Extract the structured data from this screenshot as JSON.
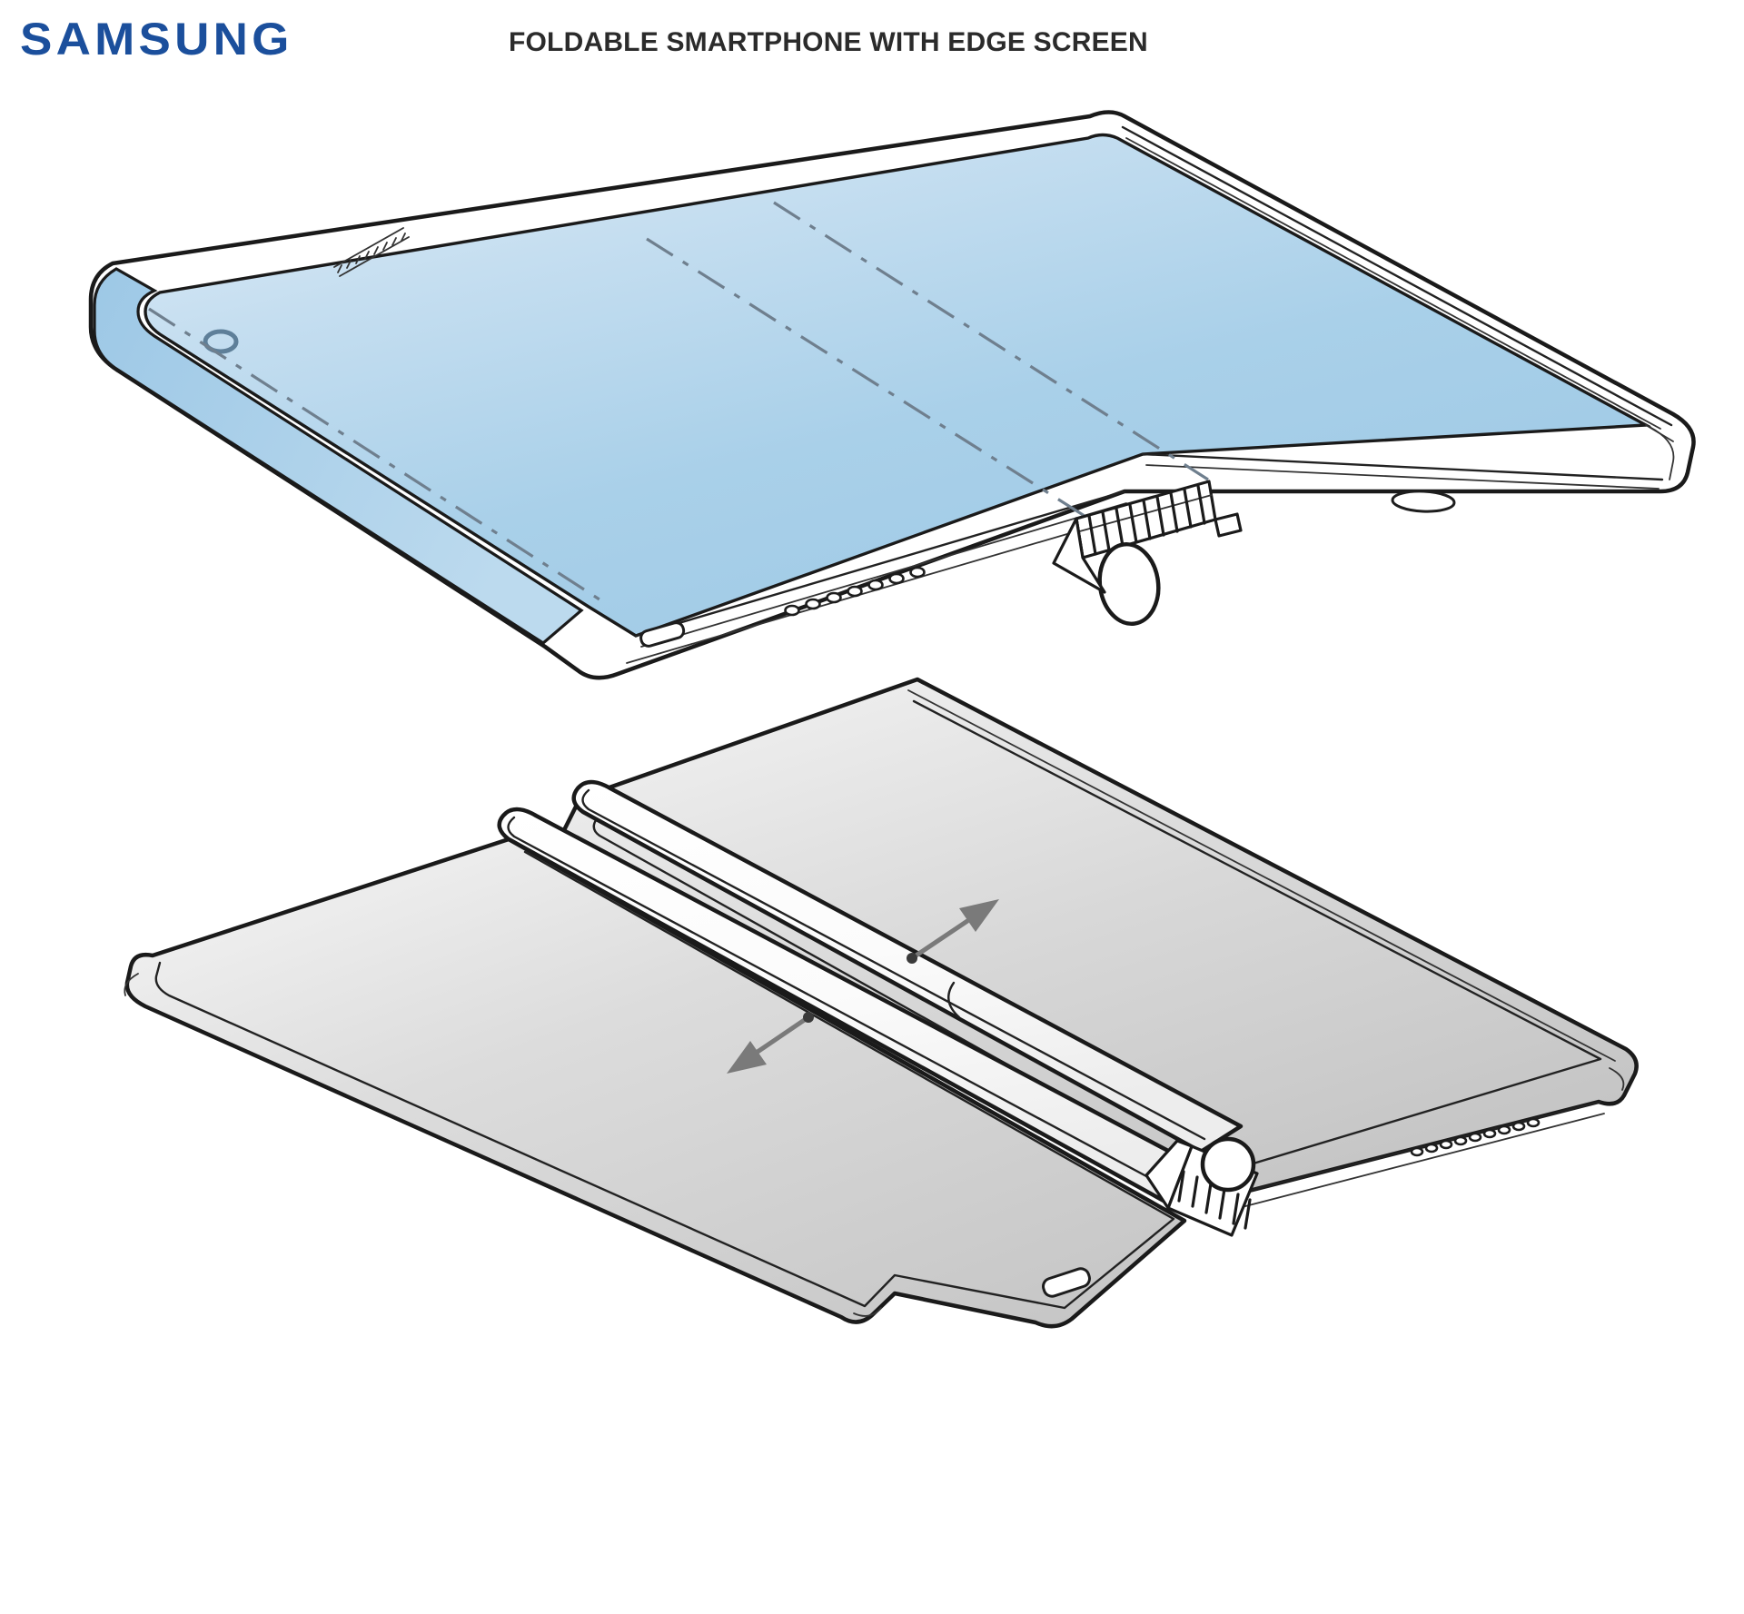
{
  "header": {
    "brand": "SAMSUNG",
    "title": "FOLDABLE SMARTPHONE WITH EDGE SCREEN"
  },
  "colors": {
    "brand_blue": "#1b4f9c",
    "title_text": "#2b2b2b",
    "screen_blue_light": "#dbeaf6",
    "screen_blue": "#a8cfe8",
    "back_panel_gray_light": "#f2f2f2",
    "back_panel_gray": "#c9c9c9",
    "line_black": "#1a1a1a",
    "fold_line_gray": "#6f7f8e",
    "arrow_gray": "#7a7a7a",
    "page_background": "#ffffff"
  },
  "figures": [
    {
      "id": "figure-top",
      "name": "front-view-unfolded-device",
      "view": "front",
      "description": "Unfolded foldable smartphone seen from the front, display side up, with curved edge screen on the left side and a hinge at the bottom-center.",
      "features": [
        {
          "name": "edge-display-panel",
          "label": "Edge display panel",
          "fill": "blue"
        },
        {
          "name": "curved-left-edge",
          "label": "Curved edge screen"
        },
        {
          "name": "front-camera-hole",
          "label": "Front camera punch hole"
        },
        {
          "name": "earpiece-speaker-grille",
          "label": "Earpiece speaker grille"
        },
        {
          "name": "fold-axis-line-left",
          "label": "Fold axis (dash-dot)"
        },
        {
          "name": "fold-axis-line-right",
          "label": "Fold axis (dash-dot)"
        },
        {
          "name": "edge-boundary-line",
          "label": "Curved edge boundary (dash-dot)"
        },
        {
          "name": "bottom-speaker-holes",
          "label": "Bottom speaker holes",
          "count": 7
        },
        {
          "name": "usb-c-port",
          "label": "USB-C charging port"
        },
        {
          "name": "hinge-assembly",
          "label": "Interlocking comb hinge",
          "teeth": 9
        },
        {
          "name": "hinge-pivot",
          "label": "Hinge pivot cylinder"
        },
        {
          "name": "side-button",
          "label": "Side button / port"
        }
      ]
    },
    {
      "id": "figure-bottom",
      "name": "rear-view-unfolded-device",
      "view": "rear",
      "description": "Unfolded foldable smartphone seen from the rear, showing two back panels joined by the hinge barrel, with motion arrows indicating the folding direction.",
      "features": [
        {
          "name": "rear-panel-left",
          "label": "Left rear panel",
          "fill": "gray"
        },
        {
          "name": "rear-panel-right",
          "label": "Right rear panel",
          "fill": "gray"
        },
        {
          "name": "hinge-barrel",
          "label": "Hinge barrel / spine"
        },
        {
          "name": "hinge-assembly",
          "label": "Interlocking comb hinge",
          "teeth": 7
        },
        {
          "name": "hinge-pivot",
          "label": "Hinge pivot cylinder"
        },
        {
          "name": "motion-arrow-up-right",
          "label": "Fold motion arrow",
          "direction": "up-right"
        },
        {
          "name": "motion-arrow-down-left",
          "label": "Fold motion arrow",
          "direction": "down-left"
        },
        {
          "name": "usb-c-port",
          "label": "USB-C charging port"
        },
        {
          "name": "bottom-speaker-holes",
          "label": "Speaker holes",
          "count": 9
        }
      ]
    }
  ]
}
